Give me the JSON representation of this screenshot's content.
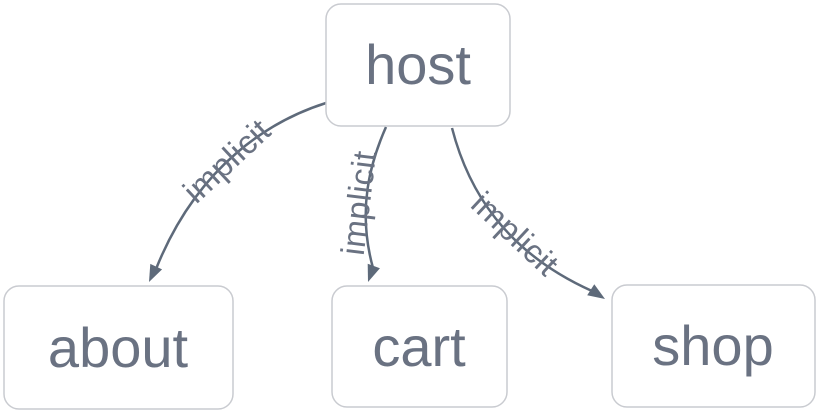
{
  "diagram": {
    "type": "graph",
    "background": "#ffffff",
    "nodes": [
      {
        "id": "host",
        "label": "host"
      },
      {
        "id": "about",
        "label": "about"
      },
      {
        "id": "cart",
        "label": "cart"
      },
      {
        "id": "shop",
        "label": "shop"
      }
    ],
    "edges": [
      {
        "from": "host",
        "to": "about",
        "label": "implicit"
      },
      {
        "from": "host",
        "to": "cart",
        "label": "implicit"
      },
      {
        "from": "host",
        "to": "shop",
        "label": "implicit"
      }
    ],
    "colors": {
      "node_fill": "#ffffff",
      "node_border": "#c9cbd0",
      "label_text": "#6a7282",
      "edge_line": "#5e6a7a"
    }
  }
}
